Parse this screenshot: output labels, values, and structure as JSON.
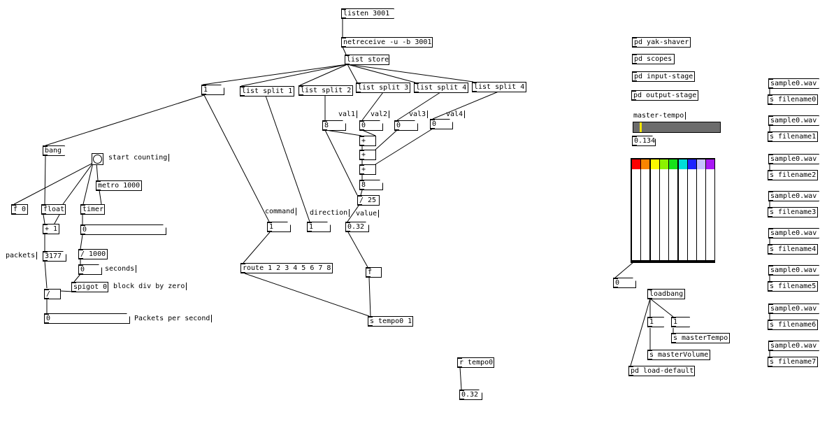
{
  "patch": {
    "net": {
      "listen_msg": "listen 3001",
      "netreceive": "netreceive -u -b 3001",
      "list_store": "list store"
    },
    "counter": {
      "toggle_atom": "1",
      "bang_msg": "bang",
      "start_counting_label": "start counting",
      "metro": "metro 1000",
      "f0": "f 0",
      "float": "float",
      "timer": "timer",
      "plus1": "+ 1",
      "timer_value": "0",
      "div1000": "/ 1000",
      "packets_label": "packets",
      "packets_value": "3177",
      "seconds_value": "0",
      "seconds_label": "seconds",
      "spigot": "spigot 0",
      "block_label": "block div by zero",
      "div": "/",
      "pps_value": "0",
      "pps_label": "Packets per second"
    },
    "splits": {
      "split1": "list split 1",
      "split2": "list split 2",
      "split3": "list split 3",
      "split4a": "list split 4",
      "split4b": "list split 4",
      "val1_label": "val1",
      "val2_label": "val2",
      "val3_label": "val3",
      "val4_label": "val4",
      "val1": "8",
      "val2": "0",
      "val3": "0",
      "val4": "0",
      "plus_a": "+",
      "plus_b": "+",
      "plus_c": "+",
      "sum": "8",
      "div25": "/ 25",
      "command_label": "command",
      "direction_label": "direction",
      "value_label": "value",
      "command_value": "1",
      "direction_value": "1",
      "value_value": "0.32",
      "route": "route 1 2 3 4 5 6 7 8",
      "f": "f",
      "send_tempo": "s tempo0 1"
    },
    "receive": {
      "r_tempo": "r tempo0",
      "r_tempo_value": "0.32"
    },
    "subpatches": {
      "yak": "pd yak-shaver",
      "scopes": "pd scopes",
      "input": "pd input-stage",
      "output": "pd output-stage"
    },
    "master": {
      "label": "master-tempo",
      "slider_level": 0.07,
      "value": "0.134",
      "vslider_value": "0"
    },
    "vu_colors": [
      "#fb0000",
      "#fa8400",
      "#fafa00",
      "#8cf200",
      "#16e21b",
      "#00ddd8",
      "#1e22ff",
      "#c6c0ff",
      "#a818f4"
    ],
    "loadbang": {
      "loadbang": "loadbang",
      "msg1a": "1",
      "msg1b": "1",
      "master_tempo": "s masterTempo",
      "master_volume": "s masterVolume",
      "load_default": "pd load-default"
    },
    "samples": [
      {
        "msg": "sample0.wav",
        "send": "s filename0"
      },
      {
        "msg": "sample0.wav",
        "send": "s filename1"
      },
      {
        "msg": "sample0.wav",
        "send": "s filename2"
      },
      {
        "msg": "sample0.wav",
        "send": "s filename3"
      },
      {
        "msg": "sample0.wav",
        "send": "s filename4"
      },
      {
        "msg": "sample0.wav",
        "send": "s filename5"
      },
      {
        "msg": "sample0.wav",
        "send": "s filename6"
      },
      {
        "msg": "sample0.wav",
        "send": "s filename7"
      }
    ]
  }
}
